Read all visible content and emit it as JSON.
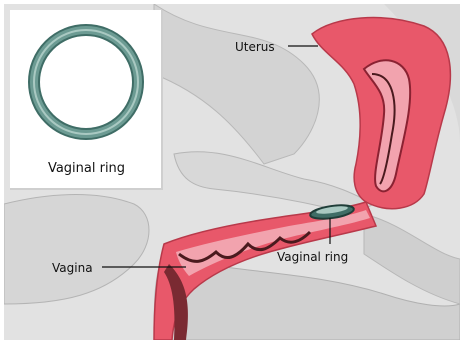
{
  "labels": {
    "inset": "Vaginal ring",
    "uterus": "Uterus",
    "vaginal_ring": "Vaginal ring",
    "vagina": "Vagina"
  },
  "colors": {
    "background_tissue": "#e2e2e2",
    "tissue_shadow": "#c9c9c9",
    "organ_red": "#e8586a",
    "organ_pink": "#f2a3ae",
    "organ_dark": "#4a1a1e",
    "ring_green": "#6c9b93",
    "ring_dark": "#3f6d66"
  }
}
